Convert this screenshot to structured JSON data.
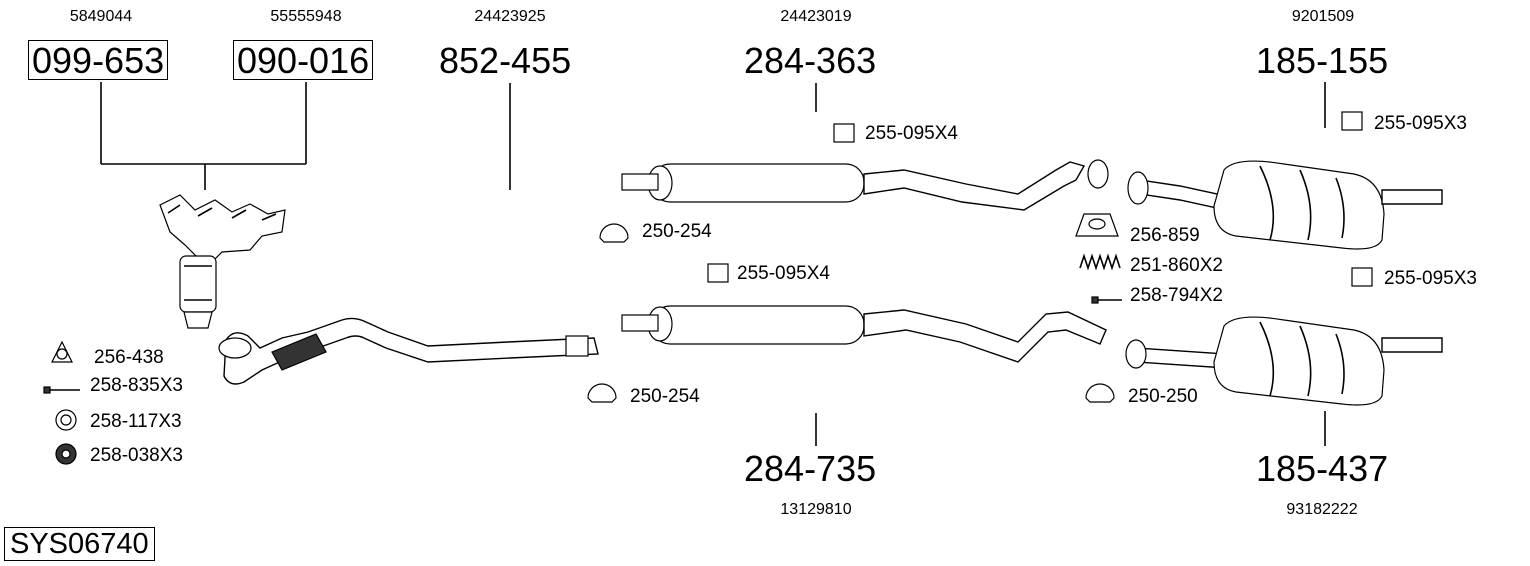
{
  "system_id": "SYS06740",
  "oem_numbers": {
    "a": "5849044",
    "b": "55555948",
    "c": "24423925",
    "d": "24423019",
    "e": "9201509",
    "f": "13129810",
    "g": "93182222"
  },
  "part_numbers": {
    "manifold_cat_1": "099-653",
    "manifold_cat_2": "090-016",
    "front_pipe": "852-455",
    "center_silencer_top": "284-363",
    "rear_silencer_top": "185-155",
    "center_silencer_bottom": "284-735",
    "rear_silencer_bottom": "185-437"
  },
  "fittings": {
    "gasket_1": "256-438",
    "bolt_1": "258-835X3",
    "washer": "258-117X3",
    "nut": "258-038X3",
    "clamp_top_left": "250-254",
    "clamp_bottom_left": "250-254",
    "rubber_mount_1": "255-095X4",
    "rubber_mount_2": "255-095X4",
    "rubber_mount_3": "255-095X3",
    "rubber_mount_4": "255-095X3",
    "gasket_2": "256-859",
    "spring": "251-860X2",
    "bolt_2": "258-794X2",
    "clamp_right": "250-250"
  }
}
